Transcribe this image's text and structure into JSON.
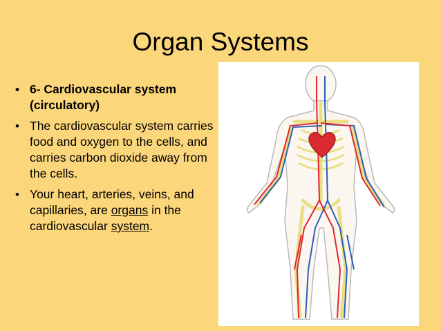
{
  "slide": {
    "title": "Organ Systems",
    "bullets": [
      {
        "text": "6- Cardiovascular system (circulatory)",
        "bold": true
      },
      {
        "text": "The cardiovascular system carries food and oxygen to the cells, and carries carbon dioxide away from the cells."
      },
      {
        "before": "Your heart, arteries, veins, and capillaries, are ",
        "link1": "organs",
        "middle": " in the cardiovascular ",
        "link2": "system",
        "after": "."
      }
    ],
    "bullet_glyph": "•"
  },
  "colors": {
    "background": "#fcd67b",
    "artery": "#e0262c",
    "vein": "#2a5fb8",
    "bone": "#f2eaa0",
    "skin_outline": "#b8b8b8"
  }
}
